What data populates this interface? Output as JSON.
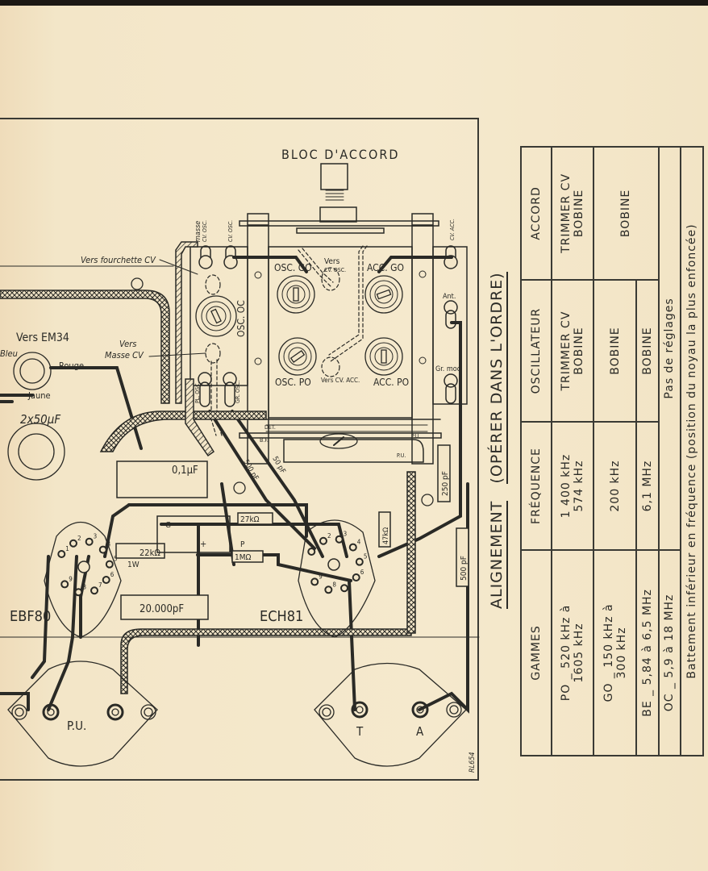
{
  "diagram": {
    "block_title": "BLOC D'ACCORD",
    "reference": "RL654",
    "labels": {
      "masse_cv_osc_1": "masse",
      "masse_cv_osc_2": "CV. OSC.",
      "cv_osc": "CV. OSC.",
      "cv_acc": "CV. ACC.",
      "vers_fourchette": "Vers fourchette CV",
      "vers_masse_cv_1": "Vers",
      "vers_masse_cv_2": "Masse CV",
      "vers_em34": "Vers EM34",
      "bleu": "Bleu",
      "rouge": "Rouge",
      "jaune": "Jaune",
      "cap_2x50": "2x50µF",
      "osc_go": "OSC. GO",
      "acc_go": "ACC. GO",
      "osc_po": "OSC. PO",
      "acc_po": "ACC. PO",
      "osc_oc": "OSC. OC",
      "vers_cv_osc_1": "Vers",
      "vers_cv_osc_2": "CV. OSC.",
      "vers_cv_acc": "Vers CV. ACC.",
      "ant": "Ant.",
      "gr_mod": "Gr. mod",
      "pl_osc": "PL. OSC.",
      "gr_osc": "GR. OSC.",
      "bf": "B.F.",
      "det": "DET.",
      "pu_small_1": "P.U.",
      "pu_small_2": "P.U.",
      "cap_01": "0,1µF",
      "cap_500a": "500 pF",
      "cap_50": "50 pF",
      "res_27k": "27kΩ",
      "res_22k": "22kΩ",
      "res_1w": "1W",
      "res_1m": "1MΩ",
      "res_47k": "47kΩ",
      "cap_20000": "20.000pF",
      "cap_250": "250 pF",
      "cap_500b": "500 pF",
      "tube_ebf80": "EBF80",
      "tube_ech81": "ECH81",
      "pin_g": "G",
      "pin_p": "P",
      "plus": "+",
      "minus": "–",
      "pu_socket": "P.U.",
      "t_socket": "T",
      "a_socket": "A"
    },
    "ebf80_pins": [
      "1",
      "2",
      "3",
      "4",
      "5",
      "6",
      "7",
      "8",
      "9"
    ],
    "ech81_pins": [
      "1",
      "2",
      "3",
      "4",
      "5",
      "6",
      "7",
      "8",
      "9"
    ]
  },
  "alignment": {
    "title": "ALIGNEMENT",
    "subtitle": "(OPÉRER DANS L'ORDRE)",
    "headers": [
      "GAMMES",
      "FRÉQUENCE",
      "OSCILLATEUR",
      "ACCORD"
    ],
    "rows": [
      {
        "gamme": [
          "PO _ 520 kHz à",
          "1605 kHz"
        ],
        "frequence": [
          "1 400 kHz",
          "574 kHz"
        ],
        "oscillateur": [
          "TRIMMER CV",
          "BOBINE"
        ],
        "accord": [
          "TRIMMER CV",
          "BOBINE"
        ]
      },
      {
        "gamme": [
          "GO _ 150 kHz à",
          "300 kHz"
        ],
        "frequence": [
          "200 kHz"
        ],
        "oscillateur": [
          "BOBINE"
        ],
        "accord": [
          "BOBINE"
        ]
      },
      {
        "gamme": [
          "BE _ 5,84 à 6,5 MHz"
        ],
        "frequence": [
          "6,1 MHz"
        ],
        "oscillateur": [
          "BOBINE"
        ],
        "accord": [
          ""
        ]
      },
      {
        "gamme": [
          "OC _ 5,9 à 18 MHz"
        ],
        "merged": "Pas de réglages"
      }
    ],
    "footer": "Battement inférieur en fréquence (position du noyau la plus enfoncée)"
  }
}
